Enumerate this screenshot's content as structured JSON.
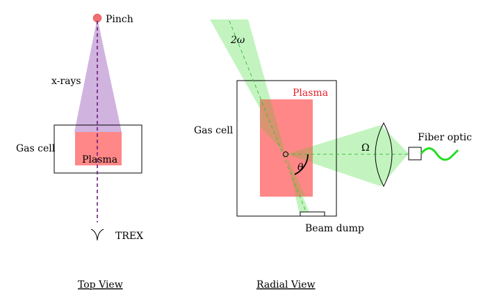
{
  "top_view": {
    "title": "Top View",
    "pinch_label": "Pinch",
    "xrays_label": "x-rays",
    "gas_cell_label": "Gas cell",
    "plasma_label": "Plasma",
    "trex_label": "TREX"
  },
  "radial_view": {
    "title": "Radial View",
    "beam_label": "2ω",
    "plasma_label": "Plasma",
    "gas_cell_label": "Gas cell",
    "omega_label": "Ω",
    "theta_label": "θ",
    "fiber_label": "Fiber optic",
    "beam_dump_label": "Beam dump"
  },
  "colors": {
    "plasma_fill": "#ff7a7a",
    "plasma_text": "#e8202a",
    "xray_fill": "#c9a6d9",
    "xray_axis": "#6a1b7a",
    "beam_fill": "#b9f2b4",
    "beam_line": "#3fbf3f",
    "fiber": "#22dd22",
    "pinch": "#f07070"
  }
}
